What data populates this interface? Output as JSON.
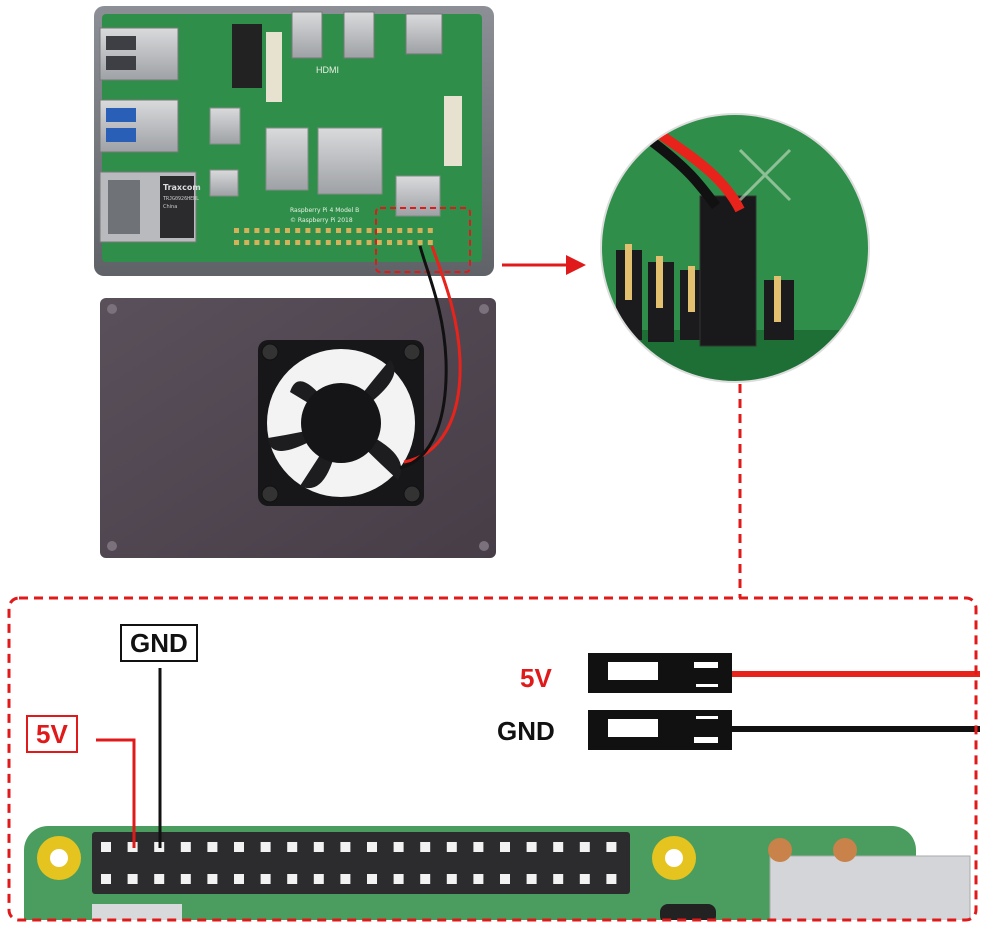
{
  "diagram": {
    "labels": {
      "pin_5v": "5V",
      "pin_gnd": "GND",
      "connector_5v": "5V",
      "connector_gnd": "GND"
    },
    "board_markings": {
      "hdmi": "HDMI",
      "model": "Raspberry Pi 4 Model B",
      "copyright": "© Raspberry Pi 2018",
      "ethernet_chip": "Traxcom",
      "ethernet_chip_code": "TRJG0926HENL",
      "ethernet_chip_origin": "China"
    },
    "colors": {
      "accent_red": "#e01a1a",
      "wire_red": "#e8231b",
      "wire_black": "#111111",
      "pcb_green": "#2f8f4a",
      "case_gray": "#7a7d82",
      "lid_purple": "#4f4550"
    }
  }
}
